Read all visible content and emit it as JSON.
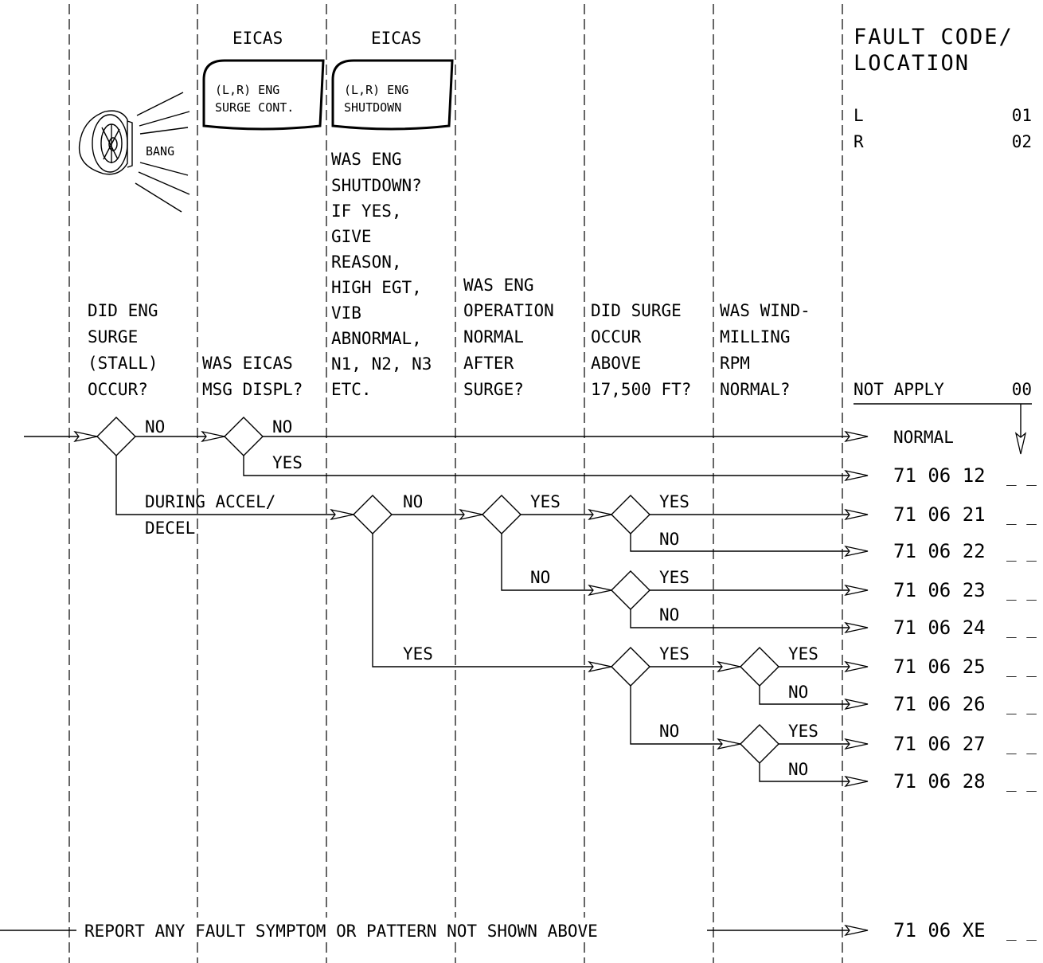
{
  "header": {
    "eicas_1": "EICAS",
    "eicas_2": "EICAS",
    "fault_code_line1": "FAULT CODE/",
    "fault_code_line2": "LOCATION"
  },
  "messages": {
    "surge_cont": [
      "(L,R) ENG",
      "SURGE CONT."
    ],
    "shutdown": [
      "(L,R) ENG",
      "SHUTDOWN"
    ]
  },
  "illustration": {
    "bang": "BANG"
  },
  "locations": [
    {
      "label": "L",
      "code": "01"
    },
    {
      "label": "R",
      "code": "02"
    }
  ],
  "questions": {
    "q1": [
      "DID ENG",
      "SURGE",
      "(STALL)",
      "OCCUR?"
    ],
    "q2": [
      "WAS EICAS",
      "MSG DISPL?"
    ],
    "q3": [
      "WAS ENG",
      "SHUTDOWN?",
      "IF YES,",
      "GIVE",
      "REASON,",
      "HIGH EGT,",
      "VIB",
      "ABNORMAL,",
      "N1, N2, N3",
      "ETC."
    ],
    "q4": [
      "WAS ENG",
      "OPERATION",
      "NORMAL",
      "AFTER",
      "SURGE?"
    ],
    "q5": [
      "DID SURGE",
      "OCCUR",
      "ABOVE",
      "17,500 FT?"
    ],
    "q6": [
      "WAS WIND-",
      "MILLING",
      "RPM",
      "NORMAL?"
    ]
  },
  "not_apply": {
    "label": "NOT APPLY",
    "code": "00"
  },
  "branch_labels": {
    "no": "NO",
    "yes": "YES",
    "during_accel": "DURING ACCEL/",
    "decel": "DECEL"
  },
  "results": [
    "NORMAL",
    "71 06 12",
    "71 06 21",
    "71 06 22",
    "71 06 23",
    "71 06 24",
    "71 06 25",
    "71 06 26",
    "71 06 27",
    "71 06 28"
  ],
  "report": {
    "text": "REPORT ANY FAULT SYMPTOM OR PATTERN NOT SHOWN ABOVE",
    "code": "71 06 XE"
  },
  "blank": "_ _"
}
